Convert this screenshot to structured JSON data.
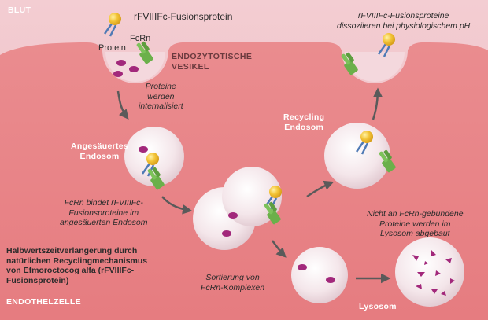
{
  "regions": {
    "blood": "BLUT",
    "endocytic_vesicle": [
      "ENDOZYTOTISCHE",
      "VESIKEL"
    ],
    "endothelial_cell": "ENDOTHELZELLE"
  },
  "legend": {
    "fusion_protein": "rFVIIIFc-Fusionsprotein",
    "protein": "Protein",
    "fcrn": "FcRn"
  },
  "compartments": {
    "acidified_endosome": [
      "Angesäuertes",
      "Endosom"
    ],
    "recycling_endosome": [
      "Recycling",
      "Endosom"
    ],
    "lysosome": "Lysosom"
  },
  "captions": {
    "internalized": [
      "Proteine",
      "werden",
      "internalisiert"
    ],
    "fcrn_binds": [
      "FcRn bindet rFVIIIFc-",
      "Fusionsproteine im",
      "angesäuerten Endosom"
    ],
    "sorting": [
      "Sortierung von",
      "FcRn-Komplexen"
    ],
    "dissociate": [
      "rFVIIIFc-Fusionsproteine",
      "dissoziieren bei physiologischem pH"
    ],
    "degraded": [
      "Nicht an FcRn-gebundene",
      "Proteine werden im",
      "Lysosom abgebaut"
    ]
  },
  "summary": [
    "Halbwertszeitverlängerung durch",
    "natürlichen Recyclingmechanismus",
    "von Efmoroctocog alfa (rFVIIIFc-",
    "Fusionsprotein)"
  ],
  "colors": {
    "blood_bg": "#f2c6cc",
    "cell_bg": "#e9868a",
    "vesicle": "#f6e8ec",
    "protein": "#a0287a",
    "fc_ball": "#f2c235",
    "fcrn": "#6cb24a",
    "arrow": "#5a5a5a"
  },
  "icons": [
    "fusion-protein-icon",
    "fcrn-receptor-icon",
    "protein-icon"
  ]
}
